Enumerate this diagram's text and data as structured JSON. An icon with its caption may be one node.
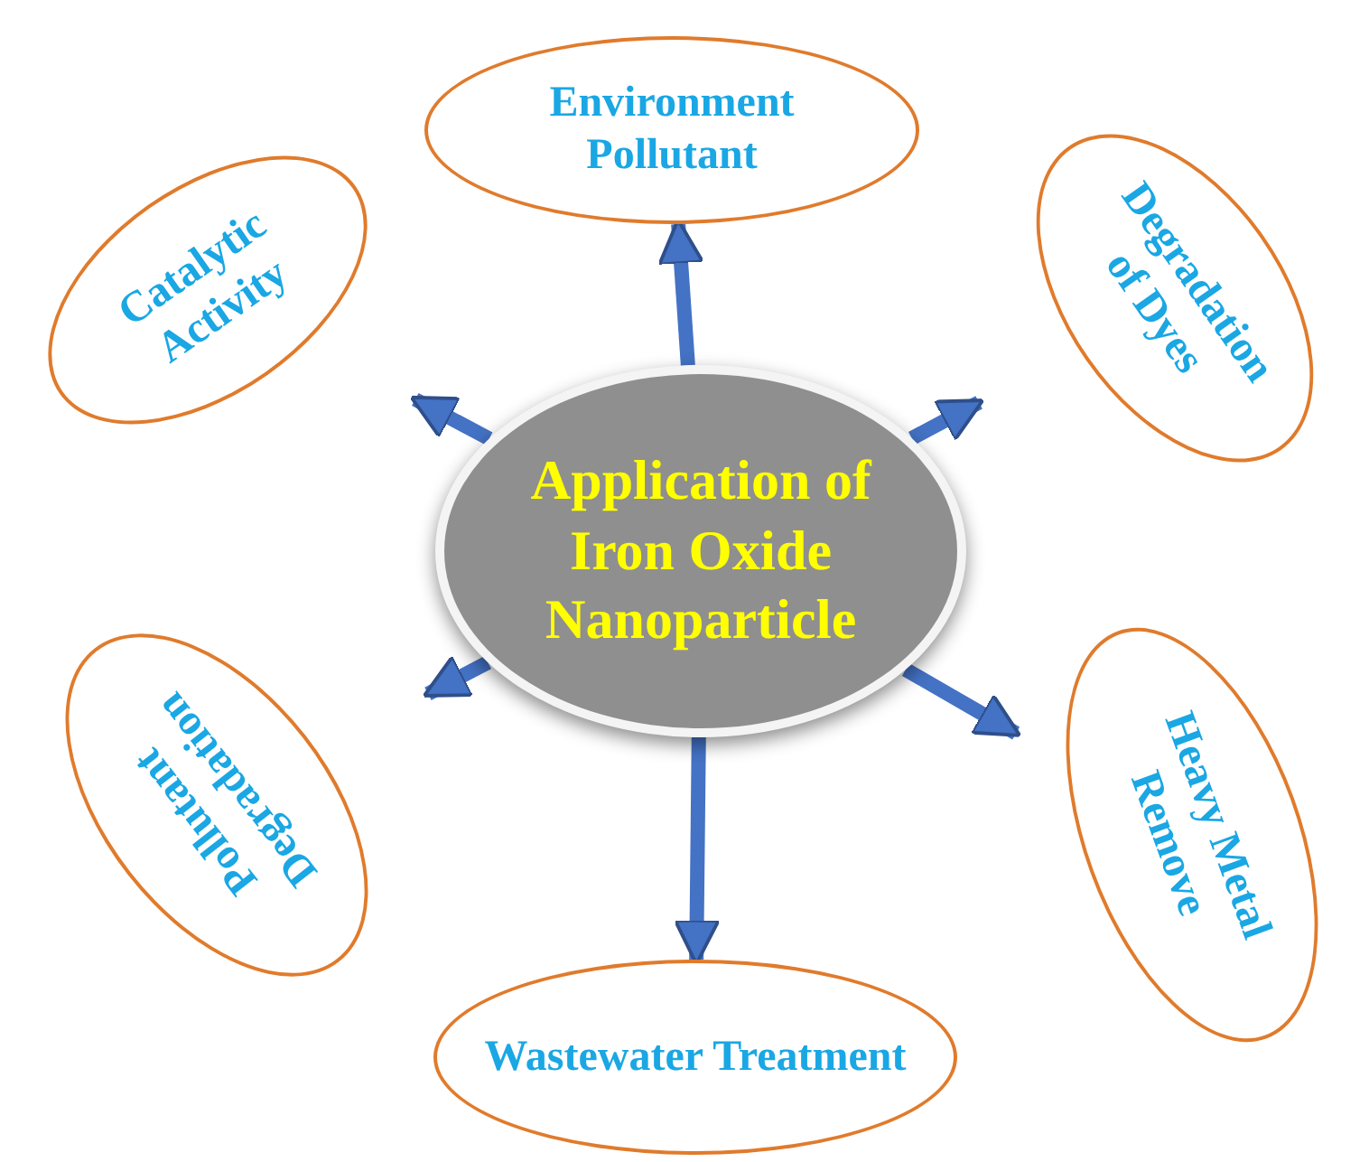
{
  "diagram": {
    "nodes": [
      {
        "text": [
          "Application of Iron Oxide Nanoparticle"
        ]
      },
      {
        "text": [
          "Environment Pollutant"
        ]
      },
      {
        "text": [
          "Degradation of Dyes"
        ]
      },
      {
        "text": [
          "Heavy Metal Remove"
        ]
      },
      {
        "text": [
          "Wastewater Treatment"
        ]
      },
      {
        "text": [
          "Pollutant Degradation"
        ]
      },
      {
        "text": [
          "Catalytic Activity"
        ]
      }
    ],
    "edges": [
      {
        "from": 0,
        "to": 1,
        "arrow": "to"
      },
      {
        "from": 0,
        "to": 2,
        "arrow": "to"
      },
      {
        "from": 0,
        "to": 3,
        "arrow": "to"
      },
      {
        "from": 0,
        "to": 4,
        "arrow": "to"
      },
      {
        "from": 0,
        "to": 5,
        "arrow": "to"
      },
      {
        "from": 0,
        "to": 6,
        "arrow": "to"
      }
    ]
  }
}
